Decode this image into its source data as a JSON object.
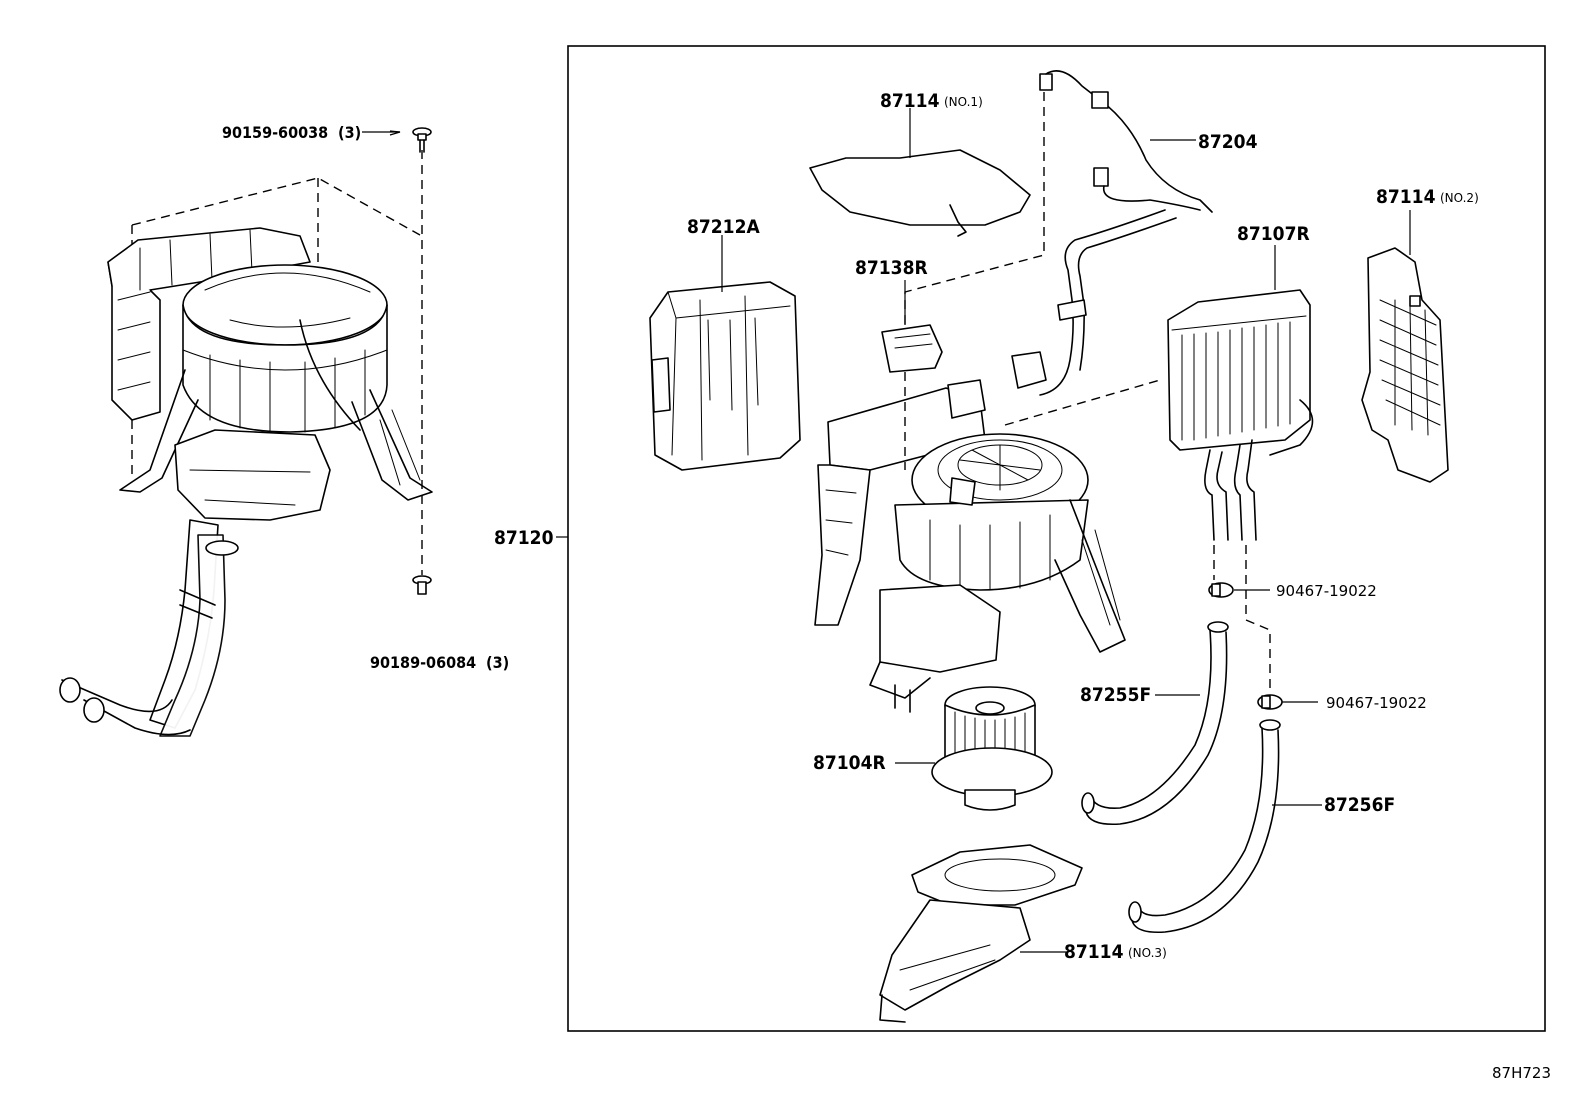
{
  "diagram_code": "87H723",
  "labels": {
    "bolt_top": {
      "num": "90159-60038",
      "qty": "(3)"
    },
    "bolt_bottom": {
      "num": "90189-06084",
      "qty": "(3)"
    },
    "assembly": {
      "num": "87120"
    },
    "cover_no1": {
      "num": "87114",
      "sub": "(NO.1)"
    },
    "wire_harness": {
      "num": "87204"
    },
    "case_panel": {
      "num": "87212A"
    },
    "resistor": {
      "num": "87138R"
    },
    "heater_core": {
      "num": "87107R"
    },
    "duct_no2": {
      "num": "87114",
      "sub": "(NO.2)"
    },
    "clamp_a": {
      "num": "90467-19022"
    },
    "clamp_b": {
      "num": "90467-19022"
    },
    "hose_a": {
      "num": "87255F"
    },
    "hose_b": {
      "num": "87256F"
    },
    "blower_motor": {
      "num": "87104R"
    },
    "duct_no3": {
      "num": "87114",
      "sub": "(NO.3)"
    }
  }
}
